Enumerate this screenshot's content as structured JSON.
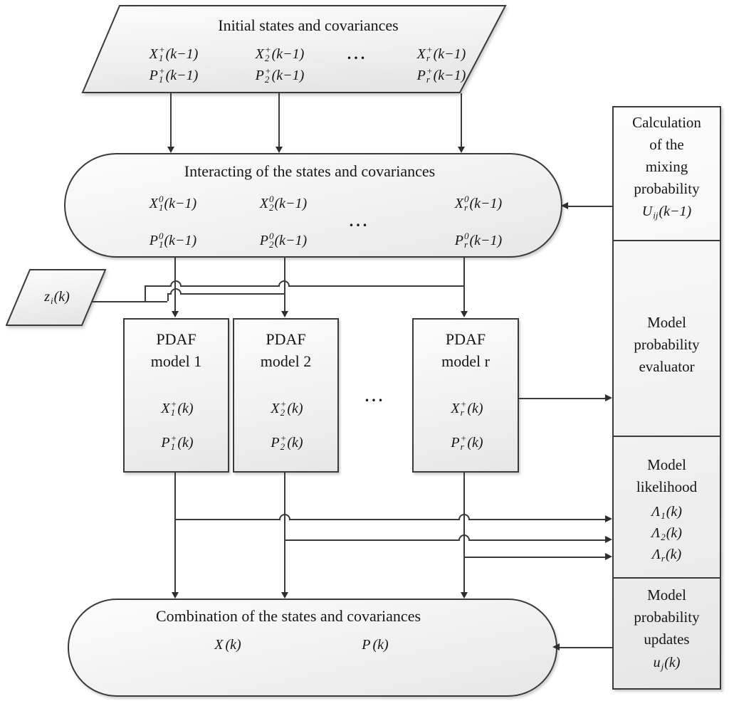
{
  "diagram": {
    "colors": {
      "line": "#3a3a3a",
      "arrow": "#2e2e2e",
      "fill": "#f1f1f1"
    },
    "initial": {
      "title": "Initial states and covariances",
      "dots": "...",
      "x1": {
        "base": "X",
        "sup": "+",
        "sub": "1",
        "arg": "(k−1)"
      },
      "x2": {
        "base": "X",
        "sup": "+",
        "sub": "2",
        "arg": "(k−1)"
      },
      "xr": {
        "base": "X",
        "sup": "+",
        "sub": "r",
        "arg": "(k−1)"
      },
      "p1": {
        "base": "P",
        "sup": "+",
        "sub": "1",
        "arg": "(k−1)"
      },
      "p2": {
        "base": "P",
        "sup": "+",
        "sub": "2",
        "arg": "(k−1)"
      },
      "pr": {
        "base": "P",
        "sup": "+",
        "sub": "r",
        "arg": "(k−1)"
      }
    },
    "interacting": {
      "title": "Interacting of the states and covariances",
      "dots": "...",
      "x1": {
        "base": "X",
        "sup": "0",
        "sub": "1",
        "arg": "(k−1)"
      },
      "x2": {
        "base": "X",
        "sup": "0",
        "sub": "2",
        "arg": "(k−1)"
      },
      "xr": {
        "base": "X",
        "sup": "0",
        "sub": "r",
        "arg": "(k−1)"
      },
      "p1": {
        "base": "P",
        "sup": "0",
        "sub": "1",
        "arg": "(k−1)"
      },
      "p2": {
        "base": "P",
        "sup": "0",
        "sub": "2",
        "arg": "(k−1)"
      },
      "pr": {
        "base": "P",
        "sup": "0",
        "sub": "r",
        "arg": "(k−1)"
      }
    },
    "measurement": {
      "base": "z",
      "sup": "",
      "sub": "i",
      "arg": "(k)"
    },
    "pdaf": {
      "dots": "...",
      "m1": {
        "line1": "PDAF",
        "line2": "model 1",
        "x": {
          "base": "X",
          "sup": "+",
          "sub": "1",
          "arg": "(k)"
        },
        "p": {
          "base": "P",
          "sup": "+",
          "sub": "1",
          "arg": "(k)"
        }
      },
      "m2": {
        "line1": "PDAF",
        "line2": "model 2",
        "x": {
          "base": "X",
          "sup": "+",
          "sub": "2",
          "arg": "(k)"
        },
        "p": {
          "base": "P",
          "sup": "+",
          "sub": "2",
          "arg": "(k)"
        }
      },
      "mr": {
        "line1": "PDAF",
        "line2": "model r",
        "x": {
          "base": "X",
          "sup": "+",
          "sub": "r",
          "arg": "(k)"
        },
        "p": {
          "base": "P",
          "sup": "+",
          "sub": "r",
          "arg": "(k)"
        }
      }
    },
    "mixing": {
      "l1": "Calculation",
      "l2": "of the",
      "l3": "mixing",
      "l4": "probability",
      "math": {
        "base": "U",
        "sup": "",
        "sub": "ij",
        "arg": "(k−1)"
      }
    },
    "evaluator": {
      "l1": "Model",
      "l2": "probability",
      "l3": "evaluator"
    },
    "likelihood": {
      "l1": "Model",
      "l2": "likelihood",
      "lam1": {
        "base": "Λ",
        "sup": "",
        "sub": "1",
        "arg": "(k)"
      },
      "lam2": {
        "base": "Λ",
        "sup": "",
        "sub": "2",
        "arg": "(k)"
      },
      "lamr": {
        "base": "Λ",
        "sup": "",
        "sub": "r",
        "arg": "(k)"
      }
    },
    "updates": {
      "l1": "Model",
      "l2": "probability",
      "l3": "updates",
      "math": {
        "base": "u",
        "sup": "",
        "sub": "j",
        "arg": "(k)"
      }
    },
    "combination": {
      "title": "Combination of the states and covariances",
      "x": {
        "base": "X",
        "sup": "",
        "sub": "",
        "arg": "(k)"
      },
      "p": {
        "base": "P",
        "sup": "",
        "sub": "",
        "arg": "(k)"
      }
    }
  }
}
